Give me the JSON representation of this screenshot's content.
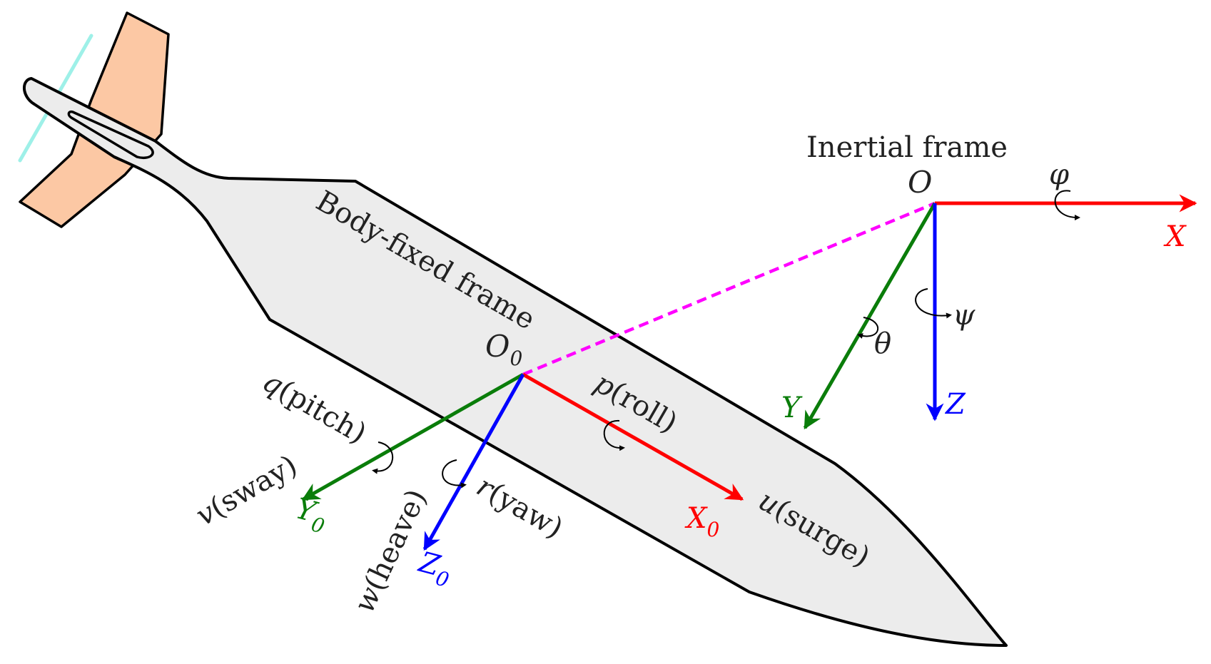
{
  "colors": {
    "x_axis": "#ff0000",
    "y_axis": "#0a7d0a",
    "z_axis": "#0000ff",
    "link": "#ff00ff",
    "hull_fill": "#ececec",
    "fin_fill": "#fcc8a4",
    "rod_fill": "#9ef0e8"
  },
  "inertial": {
    "frame_label": "Inertial frame",
    "origin": "O",
    "x_label": "X",
    "y_label": "Y",
    "z_label": "Z",
    "phi": "φ",
    "theta": "θ",
    "psi": "ψ"
  },
  "body": {
    "frame_label": "Body-fixed frame",
    "origin_main": "O",
    "origin_sub": "0",
    "x_main": "X",
    "x_sub": "0",
    "y_main": "Y",
    "y_sub": "0",
    "z_main": "Z",
    "z_sub": "0",
    "surge_var": "u",
    "surge_text": "(surge)",
    "sway_var": "v",
    "sway_text": "(sway)",
    "heave_var": "w",
    "heave_text": "(heave)",
    "roll_var": "p",
    "roll_text": "(roll)",
    "pitch_var": "q",
    "pitch_text": "(pitch)",
    "yaw_var": "r",
    "yaw_text": "(yaw)"
  }
}
